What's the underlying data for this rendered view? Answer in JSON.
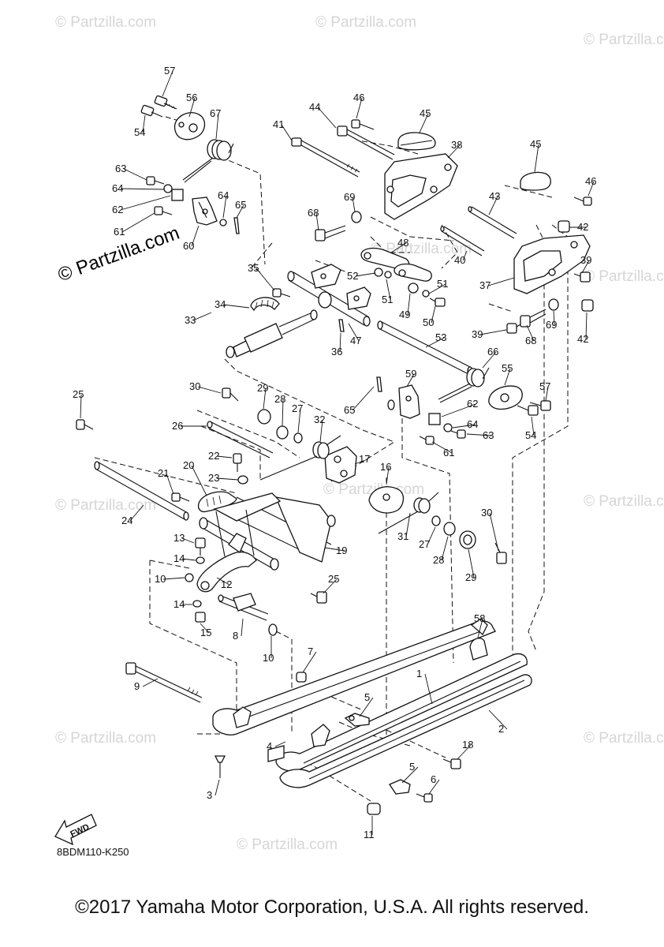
{
  "watermarks": {
    "small": "© Partzilla.com",
    "large": "© Partzilla.com"
  },
  "diagram_code": "8BDM110-K250",
  "fwd_label": "FWD",
  "copyright": "©2017 Yamaha Motor Corporation, U.S.A. All rights reserved.",
  "callouts": [
    "1",
    "2",
    "3",
    "4",
    "5",
    "5",
    "6",
    "7",
    "8",
    "9",
    "10",
    "10",
    "11",
    "12",
    "13",
    "14",
    "14",
    "15",
    "16",
    "17",
    "18",
    "19",
    "20",
    "21",
    "22",
    "23",
    "24",
    "25",
    "25",
    "26",
    "27",
    "27",
    "28",
    "28",
    "29",
    "29",
    "30",
    "30",
    "31",
    "32",
    "33",
    "34",
    "35",
    "36",
    "37",
    "38",
    "39",
    "39",
    "40",
    "41",
    "42",
    "42",
    "43",
    "44",
    "45",
    "45",
    "46",
    "46",
    "47",
    "48",
    "49",
    "50",
    "51",
    "51",
    "52",
    "53",
    "54",
    "54",
    "55",
    "56",
    "57",
    "57",
    "58",
    "59",
    "60",
    "61",
    "61",
    "62",
    "62",
    "63",
    "63",
    "64",
    "64",
    "64",
    "65",
    "65",
    "66",
    "67",
    "68",
    "68",
    "69",
    "69"
  ]
}
